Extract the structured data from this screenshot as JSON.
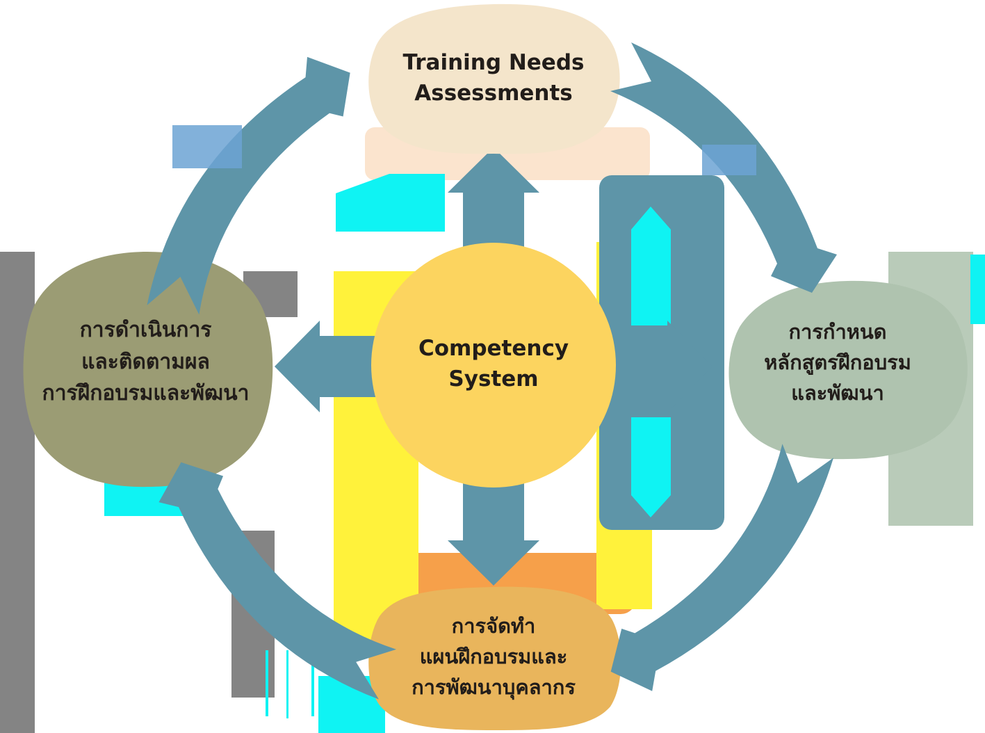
{
  "diagram": {
    "type": "cycle-diagram",
    "cycle_direction": "clockwise",
    "center_node": {
      "lines": [
        "Competency",
        "System"
      ]
    },
    "nodes": {
      "top": {
        "lines": [
          "Training Needs",
          "Assessments"
        ]
      },
      "right": {
        "lines": [
          "การกำหนด",
          "หลักสูตรฝึกอบรม",
          "และพัฒนา"
        ]
      },
      "bottom": {
        "lines": [
          "การจัดทำ",
          "แผนฝึกอบรมและ",
          "การพัฒนาบุคลากร"
        ]
      },
      "left": {
        "lines": [
          "การดำเนินการ",
          "และติดตามผล",
          "การฝึกอบรมและพัฒนา"
        ]
      }
    },
    "colors": {
      "arrow": "#5E95A8",
      "text": "#221D1A",
      "node_top": "#F4E5CB",
      "node_right": "#AFC3AF",
      "node_bottom": "#E9B55C",
      "node_left": "#9B9C74",
      "node_center": "#FCD45F",
      "artifact_cyan": "#0FF3F3",
      "artifact_yellow": "#FFF23B",
      "artifact_orange": "#F6A04A",
      "artifact_peach": "#FBE4CE",
      "artifact_gray": "#848484",
      "artifact_blue": "#6CA3D3",
      "artifact_sage": "#B9CBB9"
    }
  }
}
